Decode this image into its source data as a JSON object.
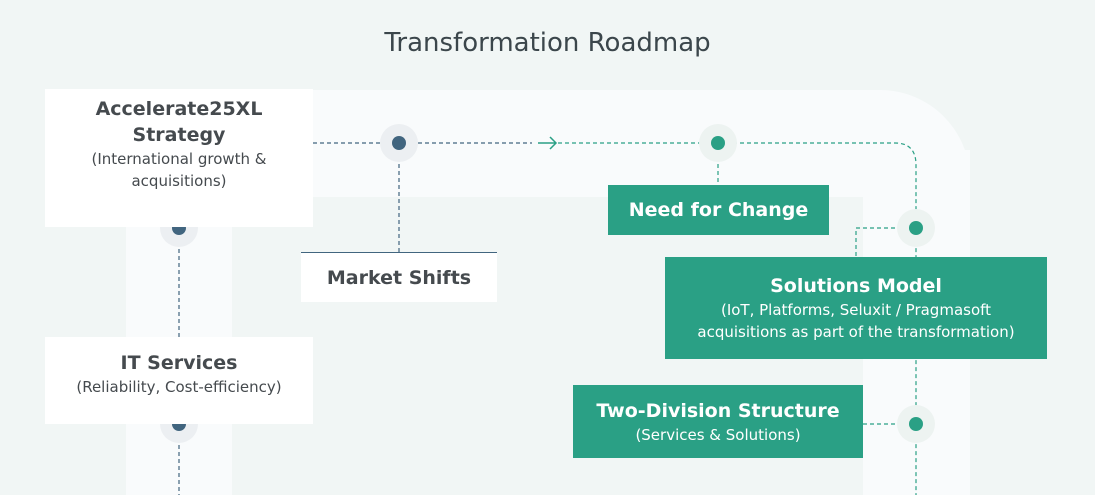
{
  "title": "Transformation Roadmap",
  "colors": {
    "accent_green": "#2aa085",
    "accent_blue": "#41657f",
    "background": "#f1f6f5",
    "road": "#f9fbfc"
  },
  "milestones": {
    "accelerate": {
      "heading": "Accelerate25XL Strategy",
      "sub": "(International growth & acquisitions)"
    },
    "it_services": {
      "heading": "IT Services",
      "sub": "(Reliability, Cost-efficiency)"
    },
    "market_shifts": {
      "heading": "Market Shifts"
    },
    "need_for_change": {
      "heading": "Need for Change"
    },
    "solutions_model": {
      "heading": "Solutions Model",
      "sub": "(IoT, Platforms, Seluxit / Pragmasoft acquisitions as part of the transformation)"
    },
    "two_division": {
      "heading": "Two-Division Structure",
      "sub": "(Services & Solutions)"
    }
  }
}
